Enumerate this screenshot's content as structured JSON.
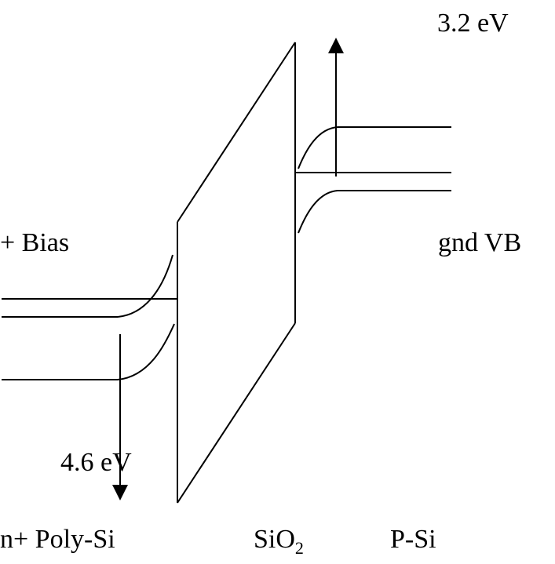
{
  "labels": {
    "top_right_energy": "3.2 eV",
    "left_bias": "+ Bias",
    "right_bias": "gnd VB",
    "bottom_left_energy": "4.6 eV",
    "gate_material": "n+ Poly-Si",
    "oxide_main": "SiO",
    "oxide_sub": "2",
    "substrate_material": "P-Si"
  }
}
